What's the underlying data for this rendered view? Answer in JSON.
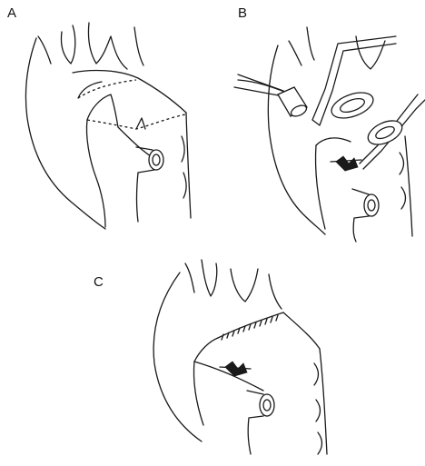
{
  "panels": [
    {
      "label": "A"
    },
    {
      "label": "B"
    },
    {
      "label": "C"
    }
  ],
  "colors": {
    "ink": "#1a1a1a",
    "paper": "#ffffff"
  }
}
